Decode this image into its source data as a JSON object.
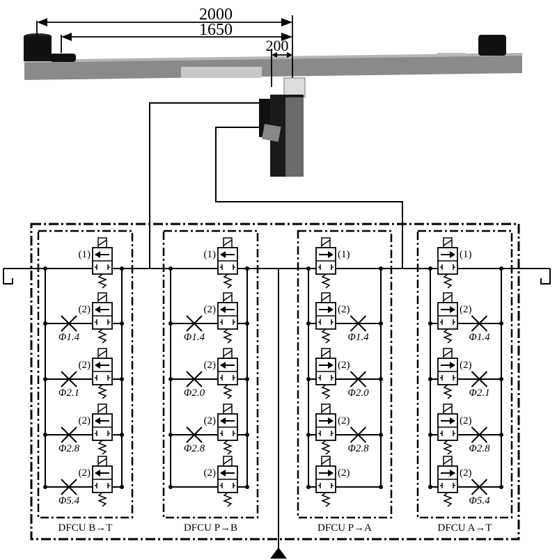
{
  "dimensions": {
    "d1": "2000",
    "d2": "1650",
    "d3": "200"
  },
  "units": [
    {
      "name": "DFCU B→T",
      "arrow": "left",
      "orifice_side": "left",
      "valve_labels": [
        "(1)",
        "(2)",
        "(2)",
        "(2)",
        "(2)"
      ],
      "orifices": [
        "Φ1.4",
        "Φ2.1",
        "Φ2.8",
        "Φ5.4"
      ]
    },
    {
      "name": "DFCU P→B",
      "arrow": "left",
      "orifice_side": "left",
      "valve_labels": [
        "(1)",
        "(2)",
        "(2)",
        "(2)",
        "(2)"
      ],
      "orifices": [
        "Φ1.4",
        "Φ2.0",
        "Φ2.8"
      ]
    },
    {
      "name": "DFCU P→A",
      "arrow": "right",
      "orifice_side": "right",
      "valve_labels": [
        "(1)",
        "(2)",
        "(2)",
        "(2)",
        "(2)"
      ],
      "orifices": [
        "Φ1.4",
        "Φ2.0",
        "Φ2.8"
      ]
    },
    {
      "name": "DFCU A→T",
      "arrow": "right",
      "orifice_side": "right",
      "valve_labels": [
        "(1)",
        "(2)",
        "(2)",
        "(2)",
        "(2)"
      ],
      "orifices": [
        "Φ1.4",
        "Φ2.1",
        "Φ2.8",
        "Φ5.4"
      ]
    }
  ],
  "colors": {
    "beam": "#8a8a8a",
    "strip": "#c8c8c8",
    "weight": "#111111"
  }
}
